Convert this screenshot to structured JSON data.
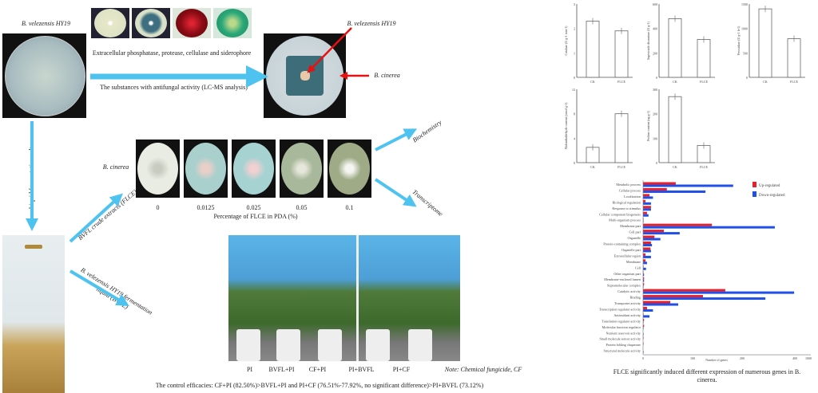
{
  "strain_label": "B. velezensis HY19",
  "enzyme_text": "Extracellular phosphatase, protease, cellulase and siderophore",
  "antifungal_text": "The substances with antifungal activity (LC-MS analysis)",
  "confrontation": {
    "bacterium_label": "B. velezensis HY19",
    "fungus_label": "B. cinerea"
  },
  "culture_label": "Liquid fermentation culture",
  "extract_label": "BVFL crude extracts (FLCE)",
  "fermentation_label": "B. velezensis HY19 fermentation liquid (BVFL)",
  "assay": {
    "row_label": "B. cinerea",
    "concentrations": [
      "0",
      "0.0125",
      "0.025",
      "0.05",
      "0.1"
    ],
    "axis_title": "Percentage of FLCE in PDA (%)"
  },
  "branches": {
    "biochemistry": "Biochemistry",
    "transcriptome": "Transcriptome"
  },
  "pot_trial": {
    "treatments": [
      "PI",
      "BVFL+PI",
      "CF+PI",
      "PI+BVFL",
      "PI+CF"
    ],
    "note": "Note: Chemical fungicide, CF",
    "summary": "The control efficacies: CF+PI (82.50%)>BVFL+PI and PI+CF (76.51%-77.92%, no significant difference)>PI+BVFL (73.12%)"
  },
  "transcriptome_caption": "FLCE significantly induced different expression of numerous genes in B. cinerea.",
  "colors": {
    "arrow": "#4fc3f0",
    "up": "#e8202a",
    "down": "#2050e8",
    "pointer": "#e81010"
  },
  "chart_data": [
    {
      "type": "bar",
      "ylabel": "Catalase (U g-1 min-1)",
      "categories": [
        "CK",
        "FLCE"
      ],
      "values": [
        2.3,
        1.9
      ],
      "yticks": [
        "0",
        "1",
        "2",
        "3"
      ],
      "ylim": [
        0,
        3
      ]
    },
    {
      "type": "bar",
      "ylabel": "Superoxide dismutase (U g-1)",
      "categories": [
        "CK",
        "FLCE"
      ],
      "values": [
        480,
        310
      ],
      "yticks": [
        "0",
        "200",
        "400",
        "600"
      ],
      "ylim": [
        0,
        600
      ]
    },
    {
      "type": "bar",
      "ylabel": "Peroxidase (U g-1 h-1)",
      "categories": [
        "CK",
        "FLCE"
      ],
      "values": [
        1400,
        790
      ],
      "yticks": [
        "0",
        "500",
        "1000",
        "1500"
      ],
      "ylim": [
        0,
        1500
      ]
    },
    {
      "type": "bar",
      "ylabel": "Malondialdehyde content (nmol g-1)",
      "categories": [
        "CK",
        "FLCE"
      ],
      "values": [
        2.5,
        8
      ],
      "yticks": [
        "0",
        "4",
        "8",
        "12"
      ],
      "ylim": [
        0,
        12
      ]
    },
    {
      "type": "bar",
      "ylabel": "Proline content (ug g-1)",
      "categories": [
        "CK",
        "FLCE"
      ],
      "values": [
        270,
        70
      ],
      "yticks": [
        "0",
        "100",
        "200",
        "300"
      ],
      "ylim": [
        0,
        300
      ]
    },
    {
      "type": "bar",
      "orientation": "horizontal",
      "xlabel": "Number of genes",
      "xticks": [
        "0",
        "100",
        "200",
        "400",
        "1000"
      ],
      "xlim": [
        0,
        330
      ],
      "legend": [
        "Up-regulated",
        "Down-regulated"
      ],
      "legend_position": "top-right",
      "categories": [
        "Metabolic process",
        "Cellular process",
        "Localization",
        "Biological regulation",
        "Response to stimulus",
        "Cellular component biogenesis",
        "Multi-organism process",
        "Membrane part",
        "Cell part",
        "Organelle",
        "Protein-containing complex",
        "Organelle part",
        "Extracellular region",
        "Membrane",
        "Cell",
        "Other organism part",
        "Membrane-enclosed lumen",
        "Supramolecular complex",
        "Catalytic activity",
        "Binding",
        "Transporter activity",
        "Transcription regulator activity",
        "Antioxidant activity",
        "Translation regulator activity",
        "Molecular function regulator",
        "Nutrient reservoir activity",
        "Small molecule sensor activity",
        "Protein folding chaperone",
        "Structural molecule activity"
      ],
      "series": [
        {
          "name": "Up-regulated",
          "values": [
            66,
            48,
            13,
            5,
            16,
            8,
            1,
            139,
            42,
            23,
            16,
            15,
            5,
            5,
            1,
            1,
            2,
            2,
            166,
            121,
            55,
            8,
            1,
            2,
            2,
            0,
            1,
            1,
            0
          ]
        },
        {
          "name": "Down-regulated",
          "values": [
            182,
            126,
            20,
            16,
            16,
            11,
            1,
            266,
            74,
            35,
            18,
            16,
            16,
            8,
            6,
            2,
            2,
            1,
            305,
            247,
            71,
            20,
            13,
            1,
            1,
            1,
            0,
            0,
            1
          ]
        }
      ]
    }
  ]
}
